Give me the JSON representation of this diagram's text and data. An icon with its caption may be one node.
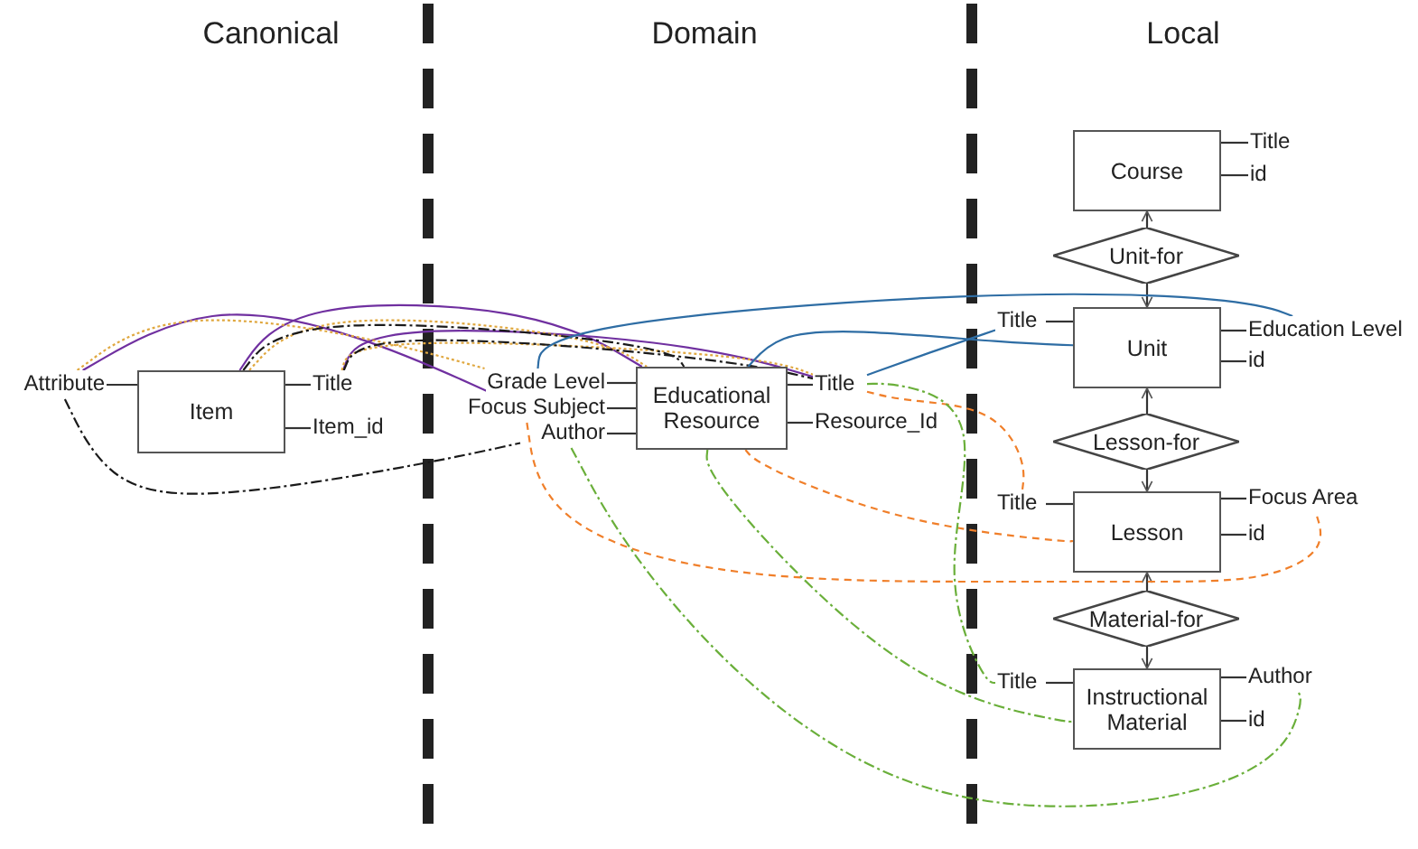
{
  "diagram": {
    "nodes": [
      {
        "text": [
          "Attribute"
        ]
      },
      {
        "text": [
          "Item"
        ]
      },
      {
        "text": [
          "Title"
        ]
      },
      {
        "text": [
          "Item_id"
        ]
      },
      {
        "text": [
          "Grade Level"
        ]
      },
      {
        "text": [
          "Focus Subject"
        ]
      },
      {
        "text": [
          "Author"
        ]
      },
      {
        "text": [
          "Educational Resource"
        ]
      },
      {
        "text": [
          "Title"
        ]
      },
      {
        "text": [
          "Resource_Id"
        ]
      },
      {
        "text": [
          "Course"
        ]
      },
      {
        "text": [
          "Title"
        ]
      },
      {
        "text": [
          "id"
        ]
      },
      {
        "text": [
          "Unit-for"
        ]
      },
      {
        "text": [
          "Unit"
        ]
      },
      {
        "text": [
          "Title"
        ]
      },
      {
        "text": [
          "Education Level"
        ]
      },
      {
        "text": [
          "id"
        ]
      },
      {
        "text": [
          "Lesson-for"
        ]
      },
      {
        "text": [
          "Lesson"
        ]
      },
      {
        "text": [
          "Title"
        ]
      },
      {
        "text": [
          "Focus Area"
        ]
      },
      {
        "text": [
          "id"
        ]
      },
      {
        "text": [
          "Material-for"
        ]
      },
      {
        "text": [
          "Instructional Material"
        ]
      },
      {
        "text": [
          "Title"
        ]
      },
      {
        "text": [
          "Author"
        ]
      },
      {
        "text": [
          "id"
        ]
      }
    ],
    "edges": [
      {
        "from": 0,
        "to": 1,
        "arrow": "none"
      },
      {
        "from": 1,
        "to": 2,
        "arrow": "none"
      },
      {
        "from": 1,
        "to": 3,
        "arrow": "none"
      },
      {
        "from": 4,
        "to": 7,
        "arrow": "none"
      },
      {
        "from": 5,
        "to": 7,
        "arrow": "none"
      },
      {
        "from": 6,
        "to": 7,
        "arrow": "none"
      },
      {
        "from": 7,
        "to": 8,
        "arrow": "none"
      },
      {
        "from": 7,
        "to": 9,
        "arrow": "none"
      },
      {
        "from": 10,
        "to": 11,
        "arrow": "none"
      },
      {
        "from": 10,
        "to": 12,
        "arrow": "none"
      },
      {
        "from": 13,
        "to": 10,
        "arrow": "to"
      },
      {
        "from": 13,
        "to": 14,
        "arrow": "to"
      },
      {
        "from": 14,
        "to": 15,
        "arrow": "none"
      },
      {
        "from": 14,
        "to": 16,
        "arrow": "none"
      },
      {
        "from": 14,
        "to": 17,
        "arrow": "none"
      },
      {
        "from": 18,
        "to": 14,
        "arrow": "to"
      },
      {
        "from": 18,
        "to": 19,
        "arrow": "to"
      },
      {
        "from": 19,
        "to": 20,
        "arrow": "none"
      },
      {
        "from": 19,
        "to": 21,
        "arrow": "none"
      },
      {
        "from": 19,
        "to": 22,
        "arrow": "none"
      },
      {
        "from": 23,
        "to": 19,
        "arrow": "to"
      },
      {
        "from": 23,
        "to": 24,
        "arrow": "to"
      },
      {
        "from": 24,
        "to": 25,
        "arrow": "none"
      },
      {
        "from": 24,
        "to": 26,
        "arrow": "none"
      },
      {
        "from": 24,
        "to": 27,
        "arrow": "none"
      },
      {
        "from": 0,
        "to": 5,
        "arrow": "none",
        "color": "#7030a0"
      },
      {
        "from": 1,
        "to": 7,
        "arrow": "none",
        "color": "#7030a0"
      },
      {
        "from": 2,
        "to": 8,
        "arrow": "none",
        "color": "#7030a0"
      },
      {
        "from": 0,
        "to": 4,
        "arrow": "none",
        "style": "dashed",
        "color": "#e0a840"
      },
      {
        "from": 1,
        "to": 7,
        "arrow": "none",
        "style": "dashed",
        "color": "#e0a840"
      },
      {
        "from": 2,
        "to": 8,
        "arrow": "none",
        "style": "dashed",
        "color": "#e0a840"
      },
      {
        "from": 0,
        "to": 6,
        "arrow": "none",
        "style": "dashed",
        "color": "#1a1a1a"
      },
      {
        "from": 1,
        "to": 7,
        "arrow": "none",
        "style": "dashed",
        "color": "#1a1a1a"
      },
      {
        "from": 2,
        "to": 8,
        "arrow": "none",
        "style": "dashed",
        "color": "#1a1a1a"
      },
      {
        "from": 4,
        "to": 16,
        "arrow": "none",
        "color": "#2e6da4"
      },
      {
        "from": 7,
        "to": 14,
        "arrow": "none",
        "color": "#2e6da4"
      },
      {
        "from": 8,
        "to": 15,
        "arrow": "none",
        "color": "#2e6da4"
      },
      {
        "from": 8,
        "to": 20,
        "arrow": "none",
        "style": "dashed",
        "color": "#f07f2a"
      },
      {
        "from": 5,
        "to": 21,
        "arrow": "none",
        "style": "dashed",
        "color": "#f07f2a"
      },
      {
        "from": 7,
        "to": 19,
        "arrow": "none",
        "style": "dashed",
        "color": "#f07f2a"
      },
      {
        "from": 6,
        "to": 26,
        "arrow": "none",
        "style": "dashed",
        "color": "#6aaf3a"
      },
      {
        "from": 7,
        "to": 24,
        "arrow": "none",
        "style": "dashed",
        "color": "#6aaf3a"
      },
      {
        "from": 8,
        "to": 25,
        "arrow": "none",
        "style": "dashed",
        "color": "#6aaf3a"
      }
    ],
    "labels": [
      "Canonical",
      "Domain",
      "Local"
    ]
  }
}
